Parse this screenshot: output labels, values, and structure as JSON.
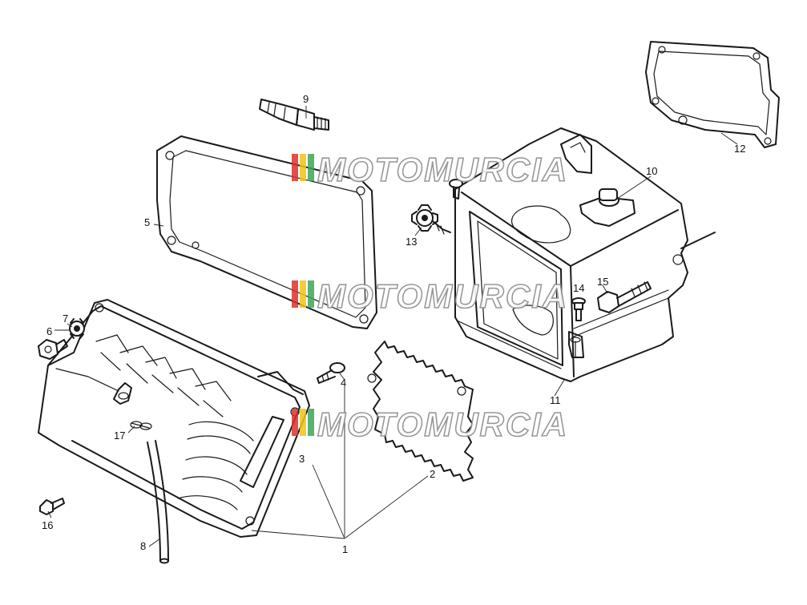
{
  "callouts": [
    {
      "id": "1",
      "label": "1"
    },
    {
      "id": "2",
      "label": "2"
    },
    {
      "id": "3",
      "label": "3"
    },
    {
      "id": "4",
      "label": "4"
    },
    {
      "id": "5",
      "label": "5"
    },
    {
      "id": "6",
      "label": "6"
    },
    {
      "id": "7",
      "label": "7"
    },
    {
      "id": "8",
      "label": "8"
    },
    {
      "id": "9",
      "label": "9"
    },
    {
      "id": "10",
      "label": "10"
    },
    {
      "id": "11",
      "label": "11"
    },
    {
      "id": "12",
      "label": "12"
    },
    {
      "id": "13",
      "label": "13"
    },
    {
      "id": "14",
      "label": "14"
    },
    {
      "id": "15",
      "label": "15"
    },
    {
      "id": "16",
      "label": "16"
    },
    {
      "id": "17",
      "label": "17"
    }
  ],
  "watermark": {
    "text": "MOTOMURCIA",
    "colors": {
      "red": "#d9322b",
      "yellow": "#f0c419",
      "green": "#3aa655",
      "outline": "#8e8e8e"
    }
  }
}
